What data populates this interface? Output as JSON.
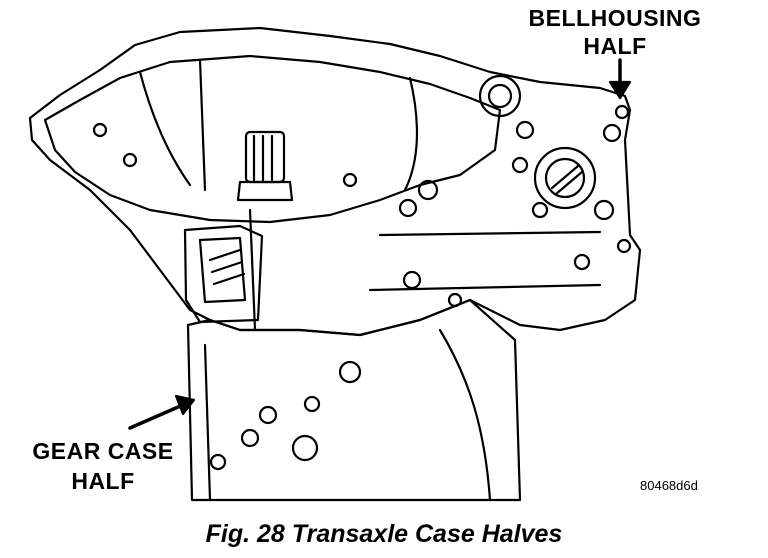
{
  "callouts": {
    "bellhousing": [
      "BELLHOUSING",
      "HALF"
    ],
    "gear_case": [
      "GEAR CASE",
      "HALF"
    ]
  },
  "figure_code": "80468d6d",
  "caption": "Fig. 28 Transaxle Case Halves",
  "colors": {
    "ink": "#000000",
    "paper": "#ffffff"
  }
}
